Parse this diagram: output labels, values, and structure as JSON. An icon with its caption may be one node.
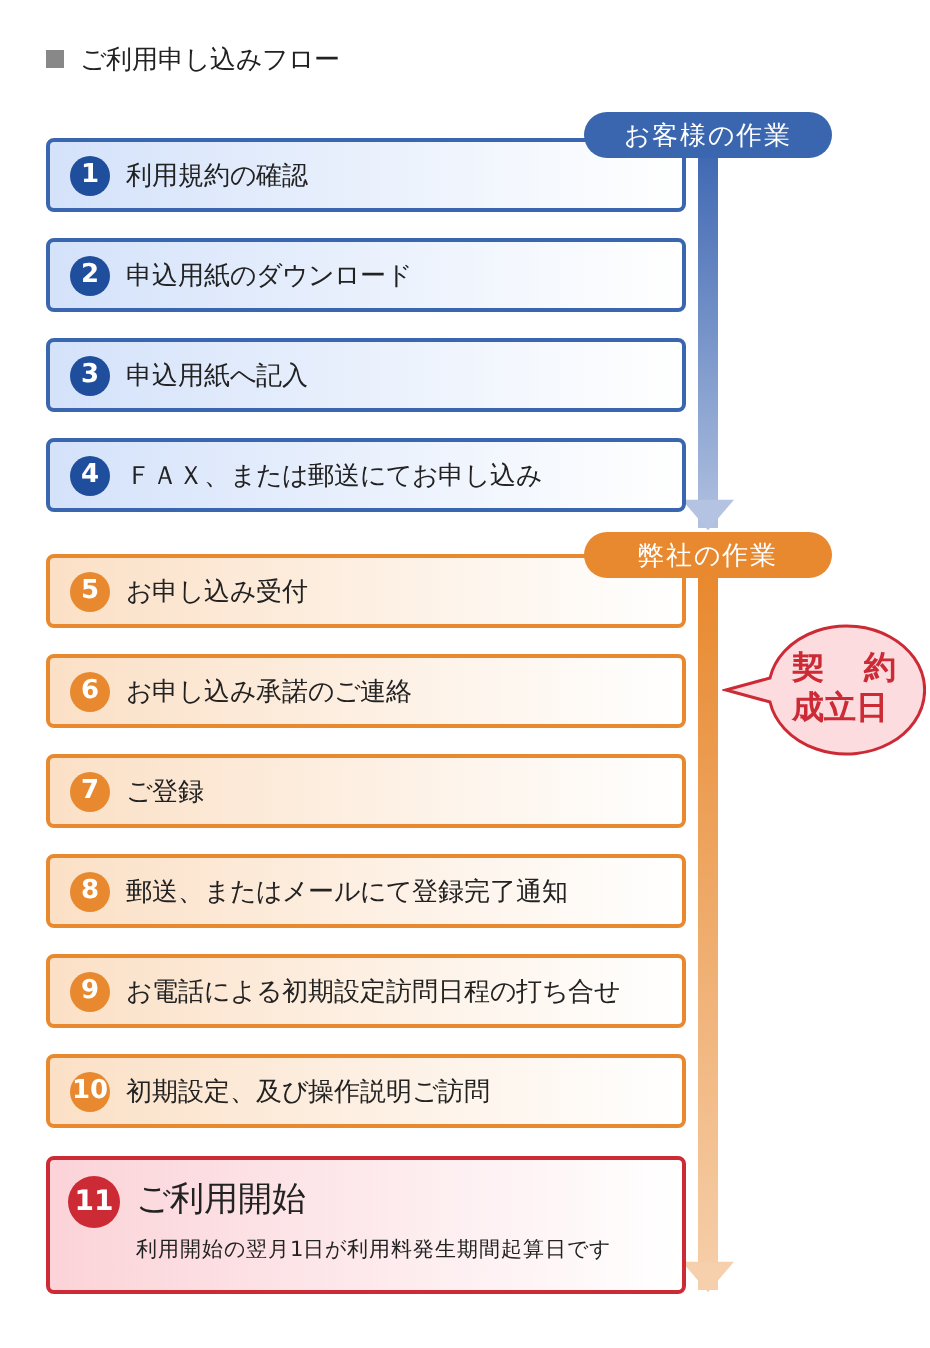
{
  "diagram": {
    "title": "ご利用申し込みフロー",
    "nodes": [
      {
        "text": [
          "お客様の作業"
        ]
      },
      {
        "text": [
          "1",
          "利用規約の確認"
        ]
      },
      {
        "text": [
          "2",
          "申込用紙のダウンロード"
        ]
      },
      {
        "text": [
          "3",
          "申込用紙へ記入"
        ]
      },
      {
        "text": [
          "4",
          "ＦＡＸ、または郵送にてお申し込み"
        ]
      },
      {
        "text": [
          "弊社の作業"
        ]
      },
      {
        "text": [
          "5",
          "お申し込み受付"
        ]
      },
      {
        "text": [
          "6",
          "お申し込み承諾のご連絡"
        ]
      },
      {
        "text": [
          "7",
          "ご登録"
        ]
      },
      {
        "text": [
          "8",
          "郵送、またはメールにて登録完了通知"
        ]
      },
      {
        "text": [
          "9",
          "お電話による初期設定訪問日程の打ち合せ"
        ]
      },
      {
        "text": [
          "10",
          "初期設定、及び操作説明ご訪問"
        ]
      },
      {
        "text": [
          "11",
          "ご利用開始",
          "利用開始の翌月1日が利用料発生期間起算日です"
        ]
      },
      {
        "text": [
          "契約",
          "成立日"
        ]
      }
    ],
    "edges": [
      {
        "from": 0,
        "to": 5,
        "arrow": "to",
        "style": "thick",
        "color": "#4169b3"
      },
      {
        "from": 5,
        "to": 12,
        "arrow": "to",
        "style": "thick",
        "color": "#e8892f"
      }
    ]
  }
}
